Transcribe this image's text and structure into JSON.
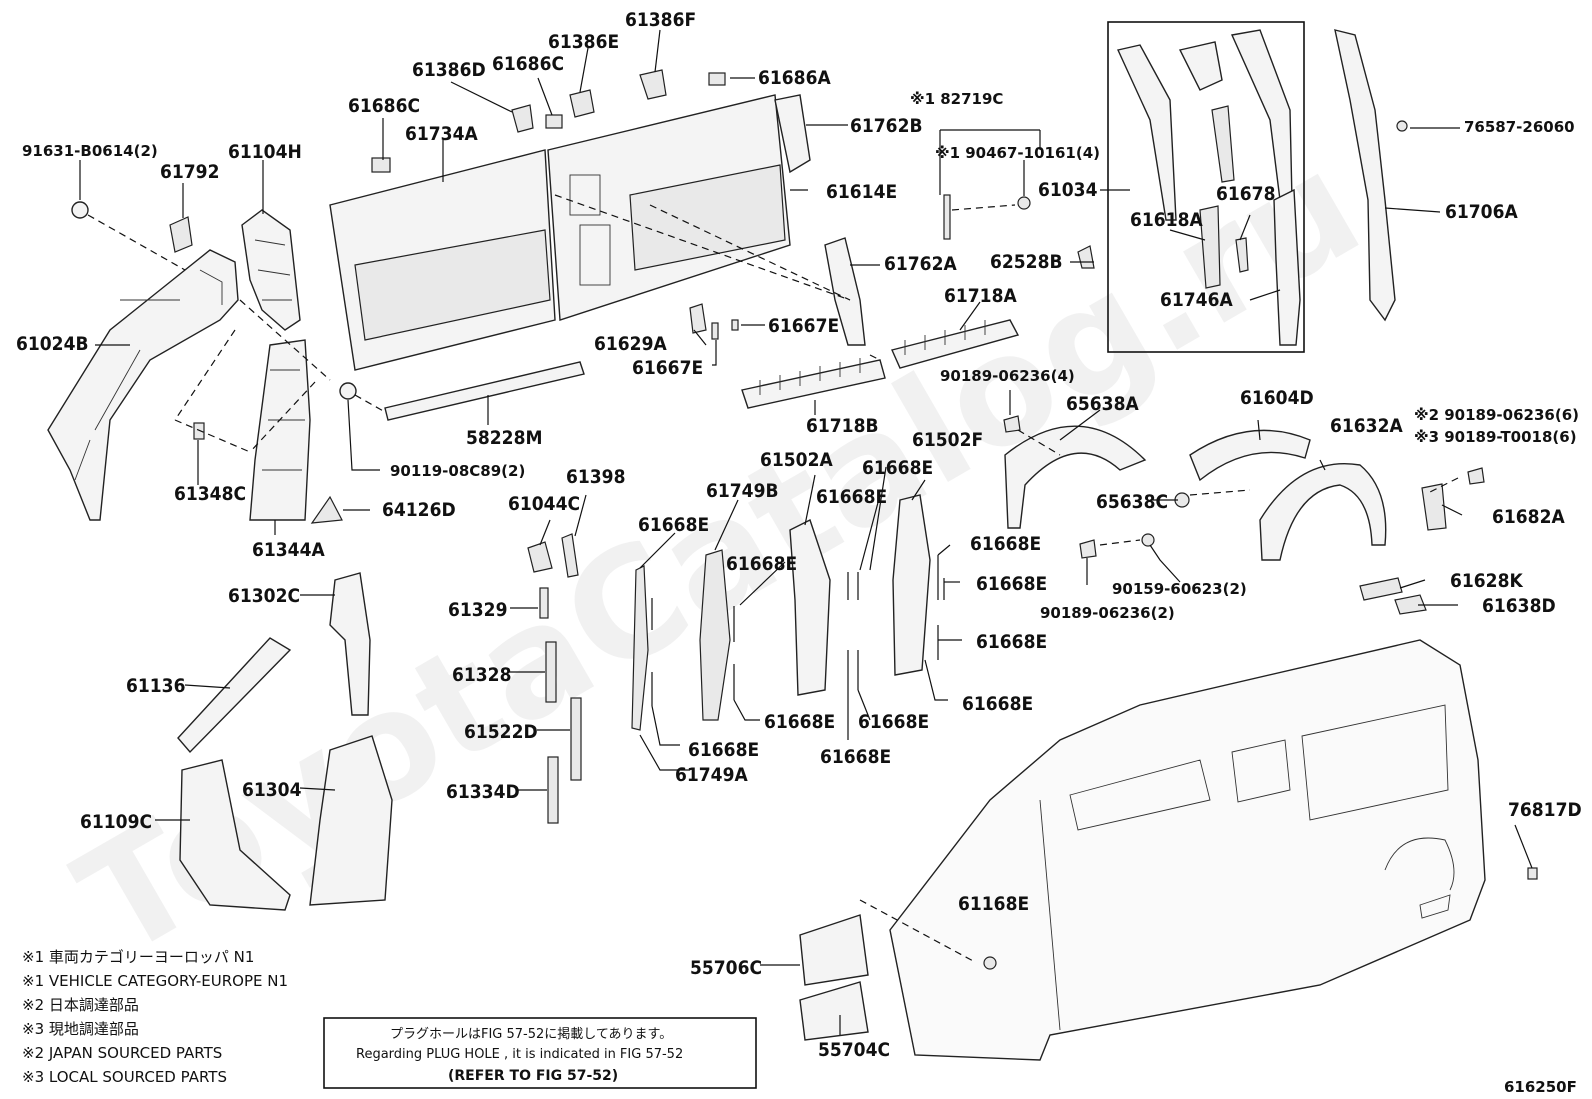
{
  "watermark": "ToyotaCatalog.ru",
  "figure_code": "616250F",
  "labels": {
    "p91631": "91631-B0614(2)",
    "p61792": "61792",
    "p61104H": "61104H",
    "p61686C_a": "61686C",
    "p61734A": "61734A",
    "p61386D": "61386D",
    "p61686C_b": "61686C",
    "p61386E": "61386E",
    "p61386F": "61386F",
    "p61686A": "61686A",
    "p61762B": "61762B",
    "p61614E": "61614E",
    "p61762A": "61762A",
    "p82719C": "※1 82719C",
    "p90467": "※1 90467-10161(4)",
    "p61034": "61034",
    "p62528B": "62528B",
    "p61618A": "61618A",
    "p61678": "61678",
    "p61746A": "61746A",
    "p76587": "76587-26060",
    "p61706A": "61706A",
    "p61024B": "61024B",
    "p61629A": "61629A",
    "p61667E_a": "61667E",
    "p61667E_b": "61667E",
    "p61718A": "61718A",
    "p61718B": "61718B",
    "p58228M": "58228M",
    "p90119": "90119-08C89(2)",
    "p61348C": "61348C",
    "p61344A": "61344A",
    "p64126D": "64126D",
    "p90189_4": "90189-06236(4)",
    "p65638A": "65638A",
    "p65638C": "65638C",
    "p61604D": "61604D",
    "p61632A": "61632A",
    "p90189_6": "※2 90189-06236(6)",
    "p90189_T": "※3 90189-T0018(6)",
    "p61682A": "61682A",
    "p61502A": "61502A",
    "p61502F": "61502F",
    "p61749B": "61749B",
    "p61044C": "61044C",
    "p61398": "61398",
    "p61668E_1": "61668E",
    "p61668E_2": "61668E",
    "p61668E_3": "61668E",
    "p61668E_4": "61668E",
    "p61668E_5": "61668E",
    "p61668E_6": "61668E",
    "p61668E_7": "61668E",
    "p61668E_8": "61668E",
    "p61668E_9": "61668E",
    "p61668E_10": "61668E",
    "p61668E_11": "61668E",
    "p61668E_12": "61668E",
    "p90159": "90159-60623(2)",
    "p90189_2": "90189-06236(2)",
    "p61628K": "61628K",
    "p61638D": "61638D",
    "p61302C": "61302C",
    "p61329": "61329",
    "p61328": "61328",
    "p61522D": "61522D",
    "p61334D": "61334D",
    "p61749A": "61749A",
    "p61136": "61136",
    "p61304": "61304",
    "p61109C": "61109C",
    "p76817D": "76817D",
    "p61168E": "61168E",
    "p55706C": "55706C",
    "p55704C": "55704C"
  },
  "legend": [
    "※1 車両カテゴリーヨーロッパ N1",
    "※1 VEHICLE CATEGORY-EUROPE N1",
    "※2 日本調達部品",
    "※3 現地調達部品",
    "※2 JAPAN SOURCED PARTS",
    "※3 LOCAL SOURCED PARTS"
  ],
  "note": {
    "line1": "プラグホールはFIG 57-52に掲載してあります。",
    "line2": "Regarding PLUG HOLE , it is indicated in FIG 57-52",
    "line3": "(REFER TO FIG 57-52)"
  }
}
